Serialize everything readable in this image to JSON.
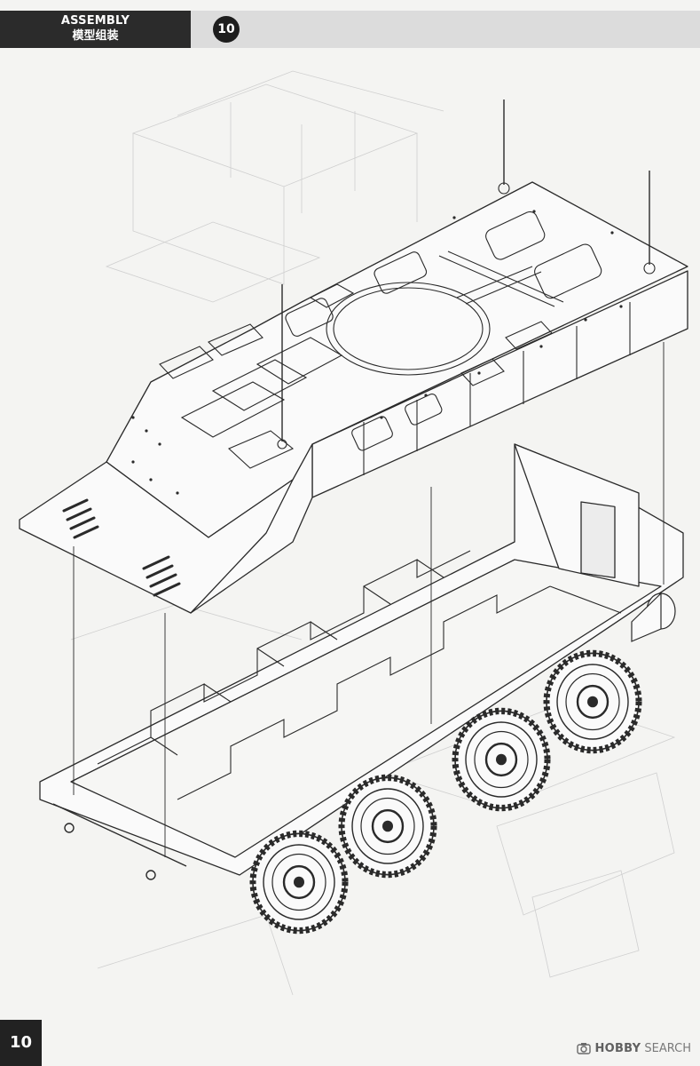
{
  "header": {
    "section_en": "ASSEMBLY",
    "section_cn": "模型组装",
    "step_number": "10"
  },
  "footer": {
    "page_number": "10"
  },
  "watermark": {
    "brand": "HOBBY",
    "brand_sub": "SEARCH",
    "icon": "camera-icon"
  },
  "illustration": {
    "subject": "8x8 wheeled armored vehicle hull assembly",
    "colors": {
      "ink": "#2a2a2a",
      "faint": "#c9c9c9",
      "paper": "#f4f4f2"
    }
  }
}
